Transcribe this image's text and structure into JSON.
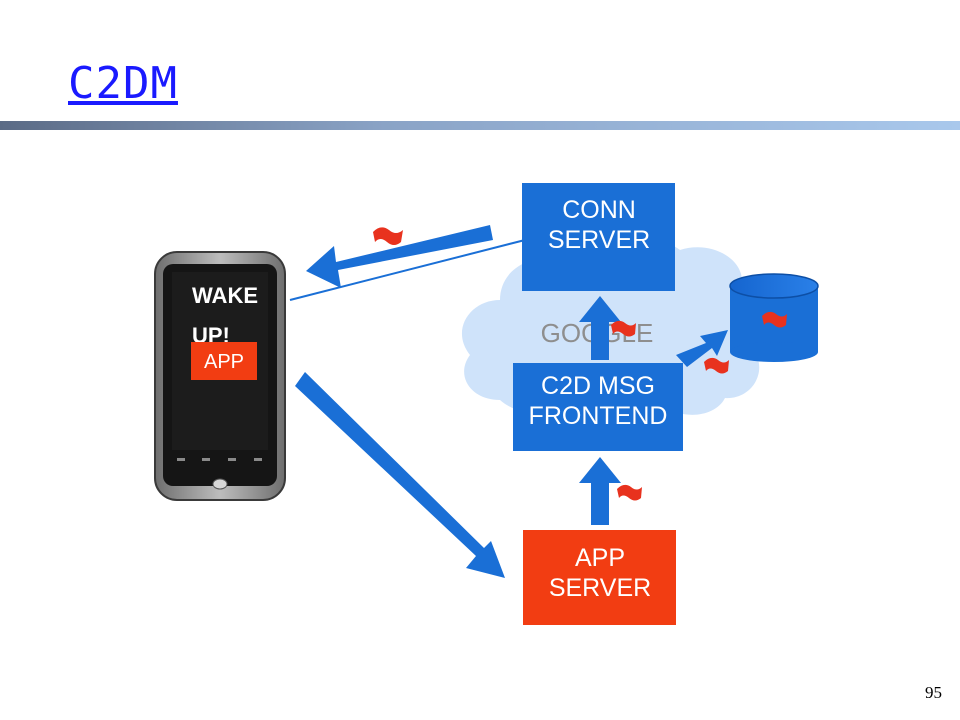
{
  "slide": {
    "title": "C2DM",
    "page_number": "95"
  },
  "diagram": {
    "conn_server": {
      "line1": "CONN",
      "line2": "SERVER"
    },
    "cloud_label": "GOOGLE",
    "frontend": {
      "line1": "C2D MSG",
      "line2": "FRONTEND"
    },
    "app_server": {
      "line1": "APP",
      "line2": "SERVER"
    },
    "phone": {
      "line1": "WAKE",
      "line2": "UP!",
      "app_label": "APP"
    }
  },
  "colors": {
    "blue_box": "#1a6fd6",
    "app_server": "#f23d12",
    "arrow_blue": "#1a6fd6",
    "cloud": "#cfe3fa",
    "flag_red": "#e8321e",
    "title_link": "#1a1aff"
  }
}
